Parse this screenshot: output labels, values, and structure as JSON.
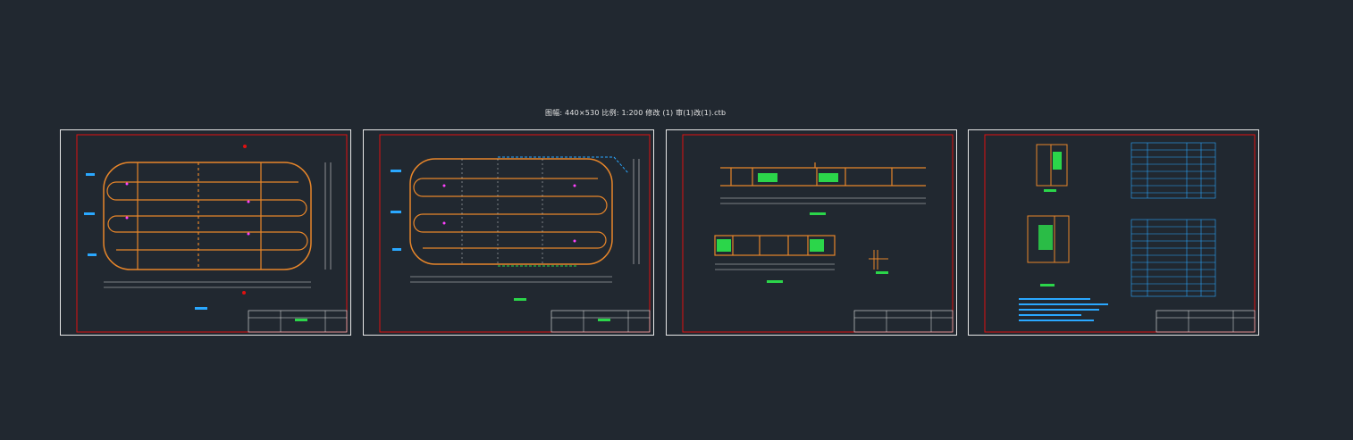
{
  "caption": {
    "text": "图幅: 440×530  比例: 1:200    修改 (1) 审(1)改(1).ctb"
  },
  "colors": {
    "background": "#212830",
    "sheet_border": "#e8e8e8",
    "frame_red": "#e01010",
    "tank_orange": "#e8862a",
    "dimension_white": "#d8d8d8",
    "annotation_cyan": "#2aa8ff",
    "fill_green": "#2bd64a",
    "accent_magenta": "#ff40ff"
  },
  "sheets": [
    {
      "id": "sheet-1",
      "content": "plan-view-with-end-loops"
    },
    {
      "id": "sheet-2",
      "content": "plan-view-race-track"
    },
    {
      "id": "sheet-3",
      "content": "section-views"
    },
    {
      "id": "sheet-4",
      "content": "details-and-tables"
    }
  ]
}
